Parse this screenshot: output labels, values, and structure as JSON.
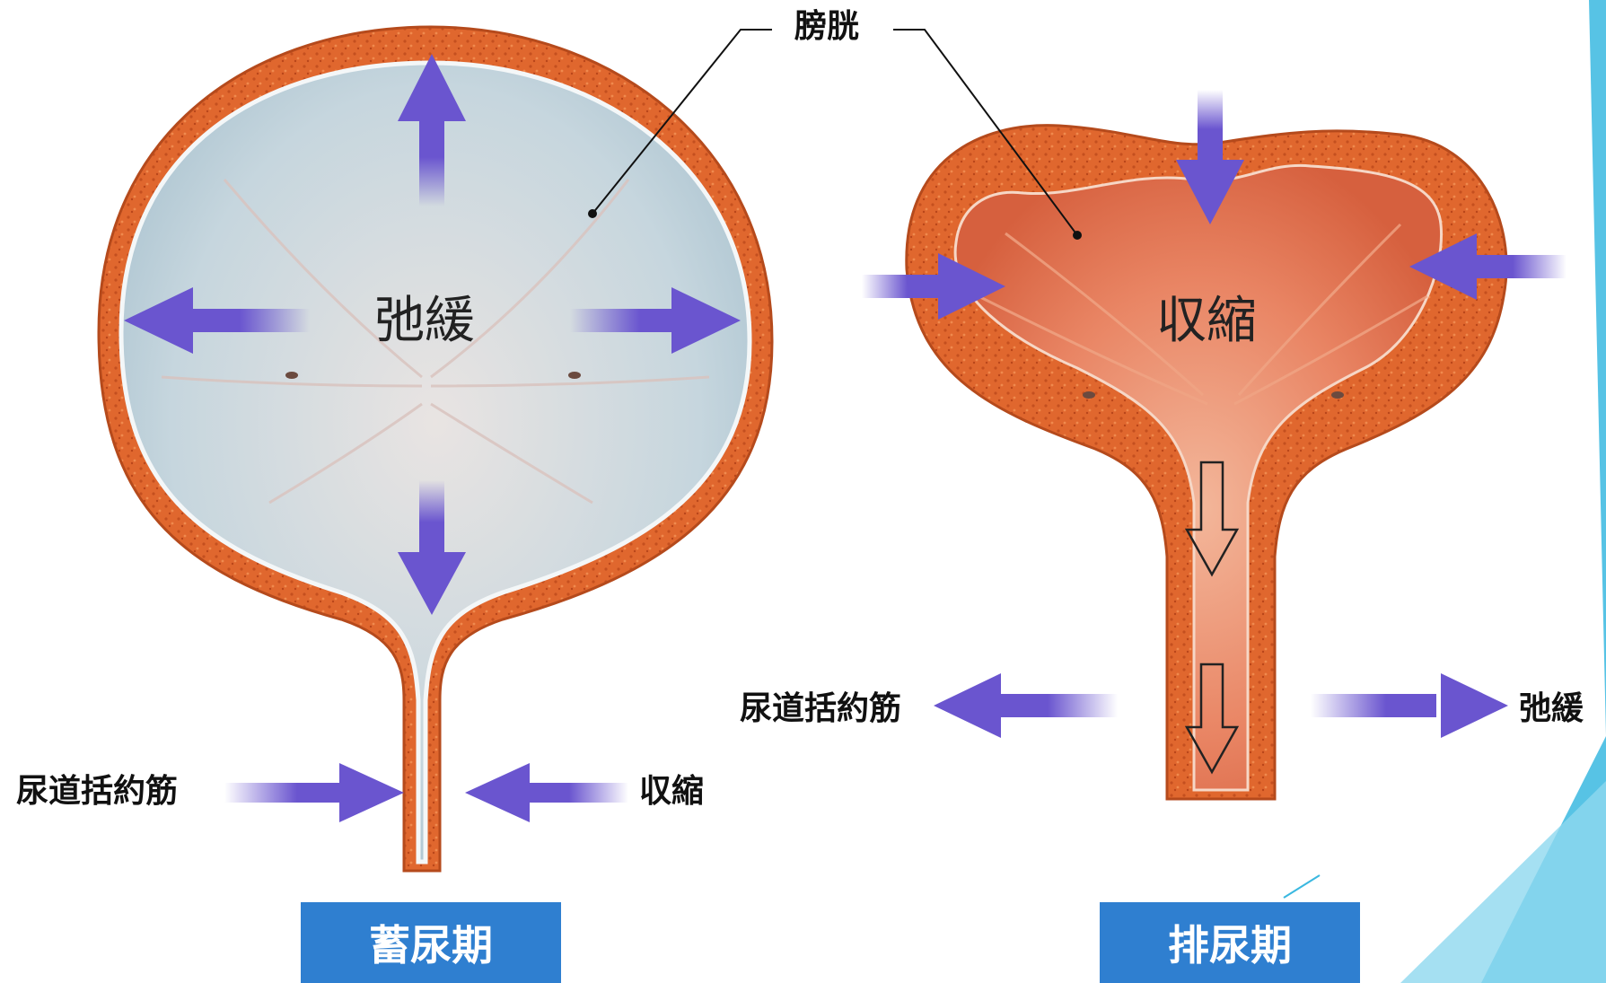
{
  "diagram": {
    "bladder_label": "膀胱",
    "storage": {
      "bladder_state": "弛緩",
      "sphincter_label": "尿道括約筋",
      "sphincter_state": "収縮",
      "phase_label": "蓄尿期"
    },
    "voiding": {
      "bladder_state": "収縮",
      "sphincter_label": "尿道括約筋",
      "sphincter_state": "弛緩",
      "phase_label": "排尿期"
    }
  },
  "colors": {
    "wall": "#e0672e",
    "wall_dark": "#b54a1c",
    "storage_lumen": "#c9d8e0",
    "voiding_lumen": "#e98564",
    "arrow": "#6a55cf",
    "phase_box": "#2f7fd0",
    "accent_teal": "#3ab8e0"
  }
}
